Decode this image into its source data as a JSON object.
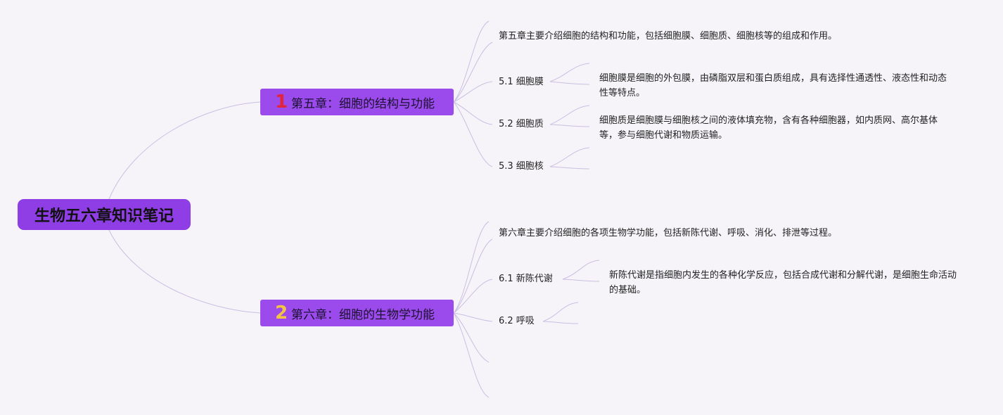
{
  "root": {
    "title": "生物五六章知识笔记"
  },
  "chapters": [
    {
      "number": "1",
      "number_color": "#e0253c",
      "title": "第五章：细胞的结构与功能",
      "summary": "第五章主要介绍细胞的结构和功能，包括细胞膜、细胞质、细胞核等的组成和作用。",
      "sections": [
        {
          "title": "5.1 细胞膜",
          "detail": "细胞膜是细胞的外包膜，由磷脂双层和蛋白质组成，具有选择性通透性、液态性和动态性等特点。"
        },
        {
          "title": "5.2 细胞质",
          "detail": "细胞质是细胞膜与细胞核之间的液体填充物，含有各种细胞器，如内质网、高尔基体等，参与细胞代谢和物质运输。"
        },
        {
          "title": "5.3 细胞核",
          "detail": ""
        }
      ]
    },
    {
      "number": "2",
      "number_color": "#f4c542",
      "title": "第六章：细胞的生物学功能",
      "summary": "第六章主要介绍细胞的各项生物学功能，包括新陈代谢、呼吸、消化、排泄等过程。",
      "sections": [
        {
          "title": "6.1 新陈代谢",
          "detail": "新陈代谢是指细胞内发生的各种化学反应，包括合成代谢和分解代谢，是细胞生命活动的基础。"
        },
        {
          "title": "6.2 呼吸",
          "detail": ""
        }
      ]
    }
  ],
  "colors": {
    "background": "#f6f4f8",
    "root_fill": "#8f3ee6",
    "chapter_fill": "#9b4aeb",
    "connector": "#c9bfe3"
  }
}
